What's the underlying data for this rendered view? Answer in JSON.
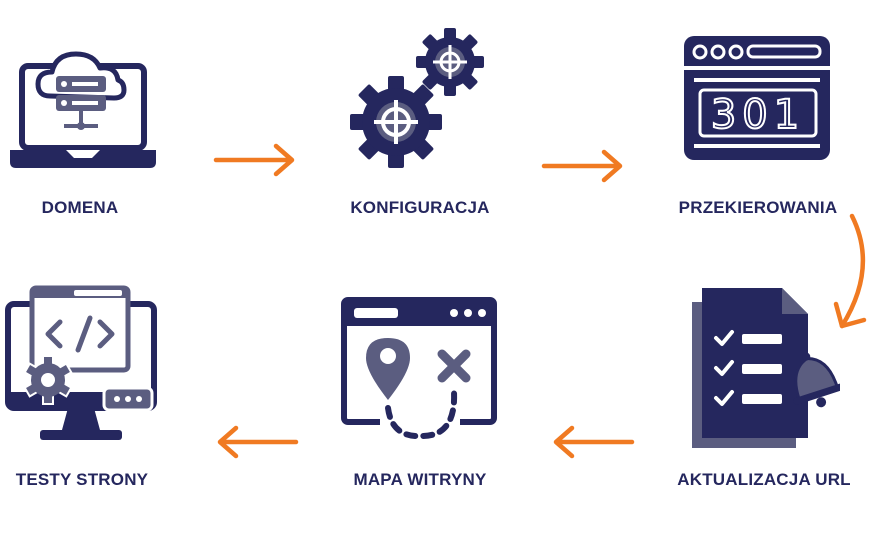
{
  "colors": {
    "navy": "#25275e",
    "muted": "#5b5d80",
    "orange": "#f07a22",
    "white": "#ffffff"
  },
  "steps": [
    {
      "label": "DOMENA",
      "icon": "laptop-server-cloud-icon"
    },
    {
      "label": "KONFIGURACJA",
      "icon": "gears-icon"
    },
    {
      "label": "PRZEKIEROWANIA",
      "icon": "browser-301-icon"
    },
    {
      "label": "AKTUALIZACJA URL",
      "icon": "checklist-bell-icon"
    },
    {
      "label": "MAPA WITRYNY",
      "icon": "browser-map-icon"
    },
    {
      "label": "TESTY STRONY",
      "icon": "monitor-code-gear-icon"
    }
  ],
  "redirect_code": "301"
}
